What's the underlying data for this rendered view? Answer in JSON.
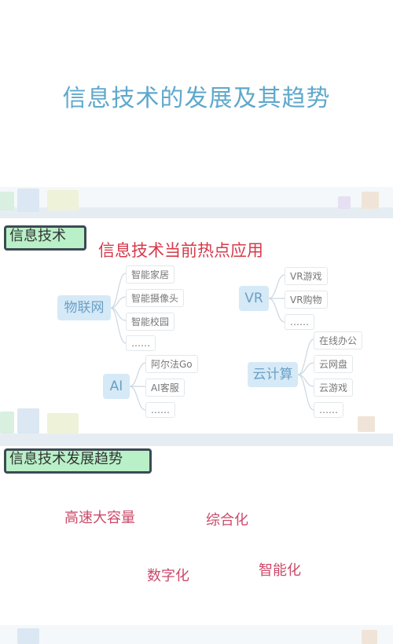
{
  "title": "信息技术的发展及其趋势",
  "section1": {
    "label": "信息技术",
    "heading": "信息技术当前热点应用",
    "groups": [
      {
        "name": "物联网",
        "leaves": [
          "智能家居",
          "智能摄像头",
          "智能校园",
          "……"
        ]
      },
      {
        "name": "VR",
        "leaves": [
          "VR游戏",
          "VR购物",
          "……"
        ]
      },
      {
        "name": "AI",
        "leaves": [
          "阿尔法Go",
          "AI客服",
          "……"
        ]
      },
      {
        "name": "云计算",
        "leaves": [
          "在线办公",
          "云网盘",
          "云游戏",
          "……"
        ]
      }
    ]
  },
  "section2": {
    "label": "信息技术发展趋势",
    "trends": [
      "高速大容量",
      "综合化",
      "数字化",
      "智能化"
    ]
  },
  "colors": {
    "title": "#5fa8cc",
    "heading": "#d63a4b",
    "trend": "#cc4a6a",
    "node_bg": "#d6e9f7",
    "label_bg": "#b9f0c8"
  }
}
